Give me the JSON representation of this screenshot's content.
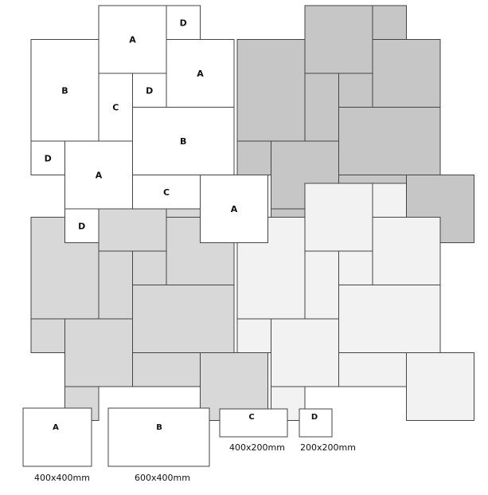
{
  "labels": {
    "a": "A",
    "b": "B",
    "c": "C",
    "d": "D"
  },
  "legend": [
    {
      "key": "a",
      "label": "A",
      "size": "400x400mm"
    },
    {
      "key": "b",
      "label": "B",
      "size": "600x400mm"
    },
    {
      "key": "c",
      "label": "C",
      "size": "400x200mm"
    },
    {
      "key": "d",
      "label": "D",
      "size": "200x200mm"
    }
  ],
  "colors": {
    "white_quadrant": "#ffffff",
    "dark_quadrant": "#c6c6c6",
    "medium_quadrant": "#d8d8d8",
    "light_quadrant": "#f2f2f2",
    "stroke": "#444444"
  }
}
